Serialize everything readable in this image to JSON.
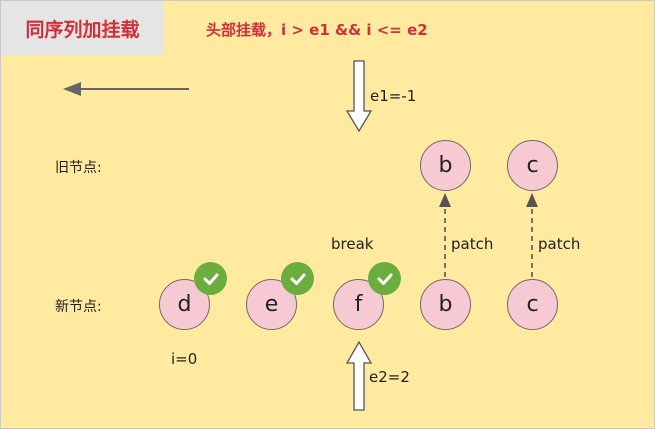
{
  "title": "同序列加挂载",
  "subtitle": "头部挂载，i > e1 && i <= e2",
  "labels": {
    "old_nodes": "旧节点:",
    "new_nodes": "新节点:",
    "e1": "e1=-1",
    "e2": "e2=2",
    "i": "i=0",
    "break": "break",
    "patch": "patch"
  },
  "old_nodes": [
    "b",
    "c"
  ],
  "new_nodes": [
    "d",
    "e",
    "f",
    "b",
    "c"
  ],
  "colors": {
    "background": "#ffeaa0",
    "node_fill": "#f6c9d3",
    "title_red": "#d0303a",
    "check_green": "#6cae3e"
  },
  "icons": [
    "check-icon",
    "arrow-left-icon",
    "arrow-down-icon",
    "arrow-up-icon"
  ]
}
